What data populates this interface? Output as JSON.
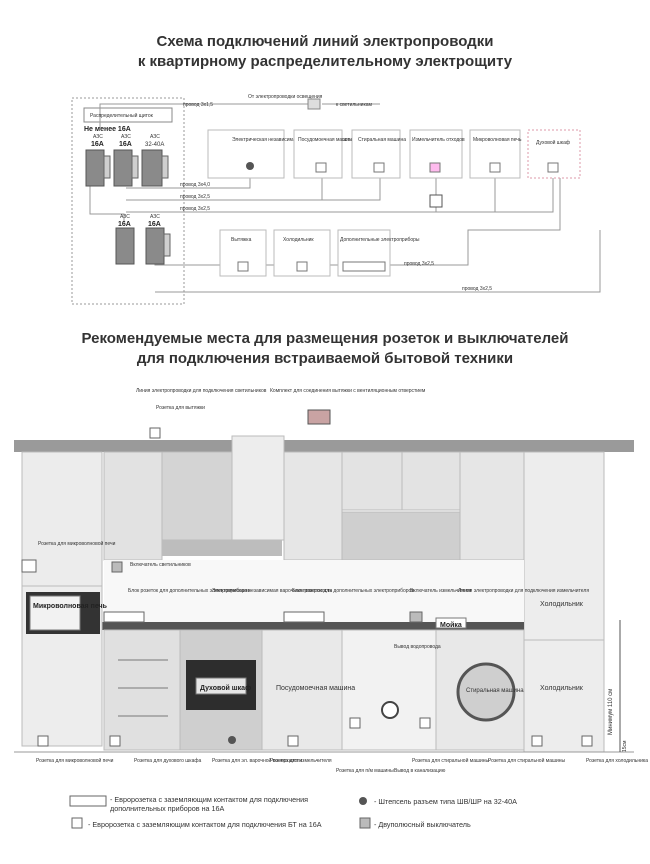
{
  "titles": {
    "line1": "Схема подключений линий электропроводки",
    "line2": "к квартирному распределительному электрощиту",
    "rec1": "Рекомендуемые места для размещения розеток и выключателей",
    "rec2": "для подключения встраиваемой бытовой техники"
  },
  "panel": {
    "name": "Распределительный щиток",
    "min": "Не менее 16А",
    "breakers_top": [
      {
        "type": "АЗС",
        "rating": "16А"
      },
      {
        "type": "АЗС",
        "rating": "16А"
      },
      {
        "type": "АЗС",
        "rating": "32-40А"
      }
    ],
    "breakers_bottom": [
      {
        "type": "АЗС",
        "rating": "16А"
      },
      {
        "type": "АЗС",
        "rating": "16А"
      }
    ]
  },
  "wires": {
    "w1": "провод 3х1,5",
    "lighting_from": "От электропроводки освещения",
    "to_lights": "к светильникам",
    "w2": "провод 3х4,0",
    "w3": "провод 3х2,5",
    "w4": "провод 3х2,5",
    "w5": "провод 3х2,5",
    "w6": "провод 3х2,5"
  },
  "appliances_top": [
    "Электрическая независимая варочная поверхность",
    "Посудомоечная машина",
    "Стиральная машина",
    "Измельчитель отходов",
    "Микроволновая печь",
    "Духовой шкаф"
  ],
  "appliances_bottom": [
    "Вытяжка",
    "Холодильник",
    "Дополнительные электроприборы"
  ],
  "kitchen": {
    "line_lights": "Линия электропроводки для подключения светильников",
    "hood_socket": "Розетка для вытяжки",
    "hood_kit": "Комплект для соединения вытяжки с вентиляционным отверстием",
    "micro_socket": "Розетка для микроволновой печи",
    "light_switch": "Включатель светильников",
    "extra_block": "Блок розеток для дополнительных электроприборов",
    "hob": "Электрическая независимая варочная поверхность",
    "extra_block2": "Блок розеток для дополнительных электроприборов",
    "grinder_switch": "Включатель измельчителя",
    "grinder_line": "Линия электропроводки для подключения измельчителя",
    "microwave": "Микроволновая печь",
    "oven": "Духовой шкаф",
    "dishwasher": "Посудомоечная машина",
    "sink": "Мойка",
    "washer": "Стиральная машина",
    "fridge": "Холодильник",
    "fridge2": "Холодильник",
    "water_out": "Вывод водопровода",
    "sewer_out": "Вывод в канализацию",
    "min_height": "Минимум 110 см",
    "cm15": "15см"
  },
  "bottom_labels": [
    "Розетка для микроволновой печи",
    "Розетка для духового шкафа",
    "Розетка для эл. варочной поверхности",
    "Розетка для измельчителя",
    "Розетка для п/м машины",
    "Розетка для стиральной машины",
    "Розетка для стиральной машины",
    "Розетка для холодильника"
  ],
  "legend": {
    "l1": "- Евророзетка с заземляющим контактом для подключения дополнительных приборов на 16А",
    "l2": "- Штепсель разъем типа ШВ/ШР на 32-40А",
    "l3": "- Евророзетка с заземляющим контактом для подключения БТ на 16А",
    "l4": "- Двуполюсный выключатель"
  }
}
